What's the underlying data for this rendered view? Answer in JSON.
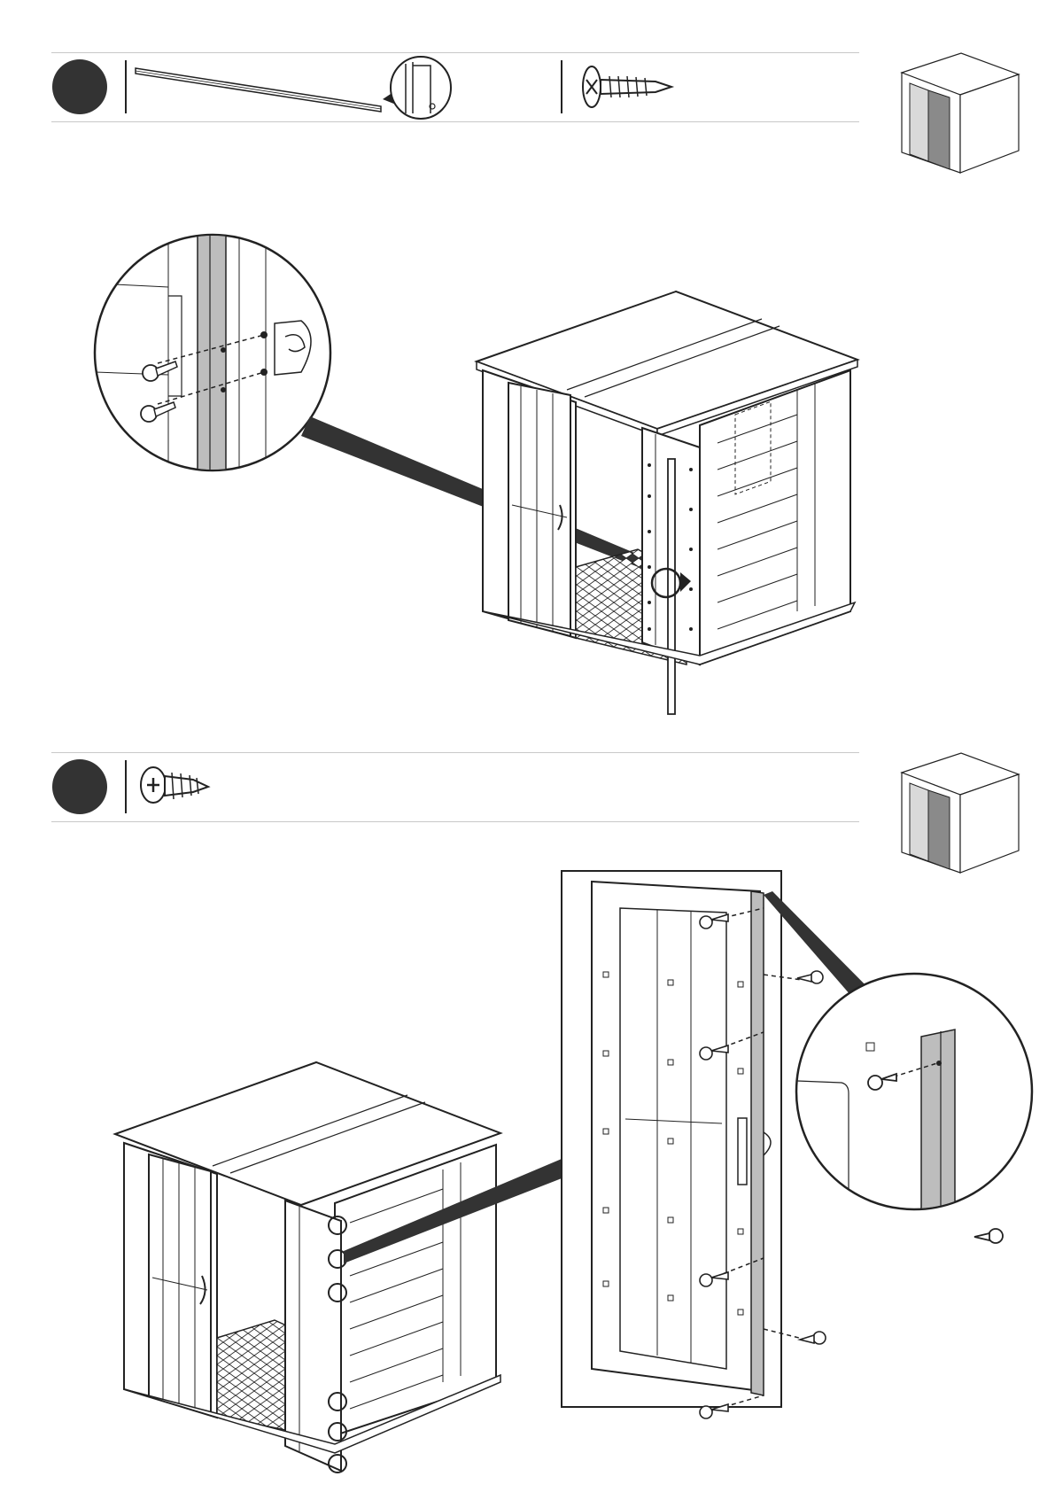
{
  "document": {
    "type": "assembly-instructions",
    "pages_visible": 1
  },
  "steps": [
    {
      "id": "step-a",
      "number_text": "",
      "parts": [
        {
          "icon": "metal-strip-icon"
        },
        {
          "icon": "strip-detail-callout-icon"
        },
        {
          "icon": "drill-point-screw-icon"
        }
      ],
      "illustration": "mount-door-strip-with-screws"
    },
    {
      "id": "step-b",
      "number_text": "",
      "parts": [
        {
          "icon": "phillips-screw-icon"
        }
      ],
      "illustration": "fasten-door-hinge-edge-with-screws"
    }
  ],
  "colors": {
    "badge": "#333333",
    "line": "#1a1a1a",
    "rule": "#c8c8c8",
    "highlight_panel": "#bdbdbd",
    "shade_dark": "#8a8a8a",
    "shade_light": "#d9d9d9"
  }
}
